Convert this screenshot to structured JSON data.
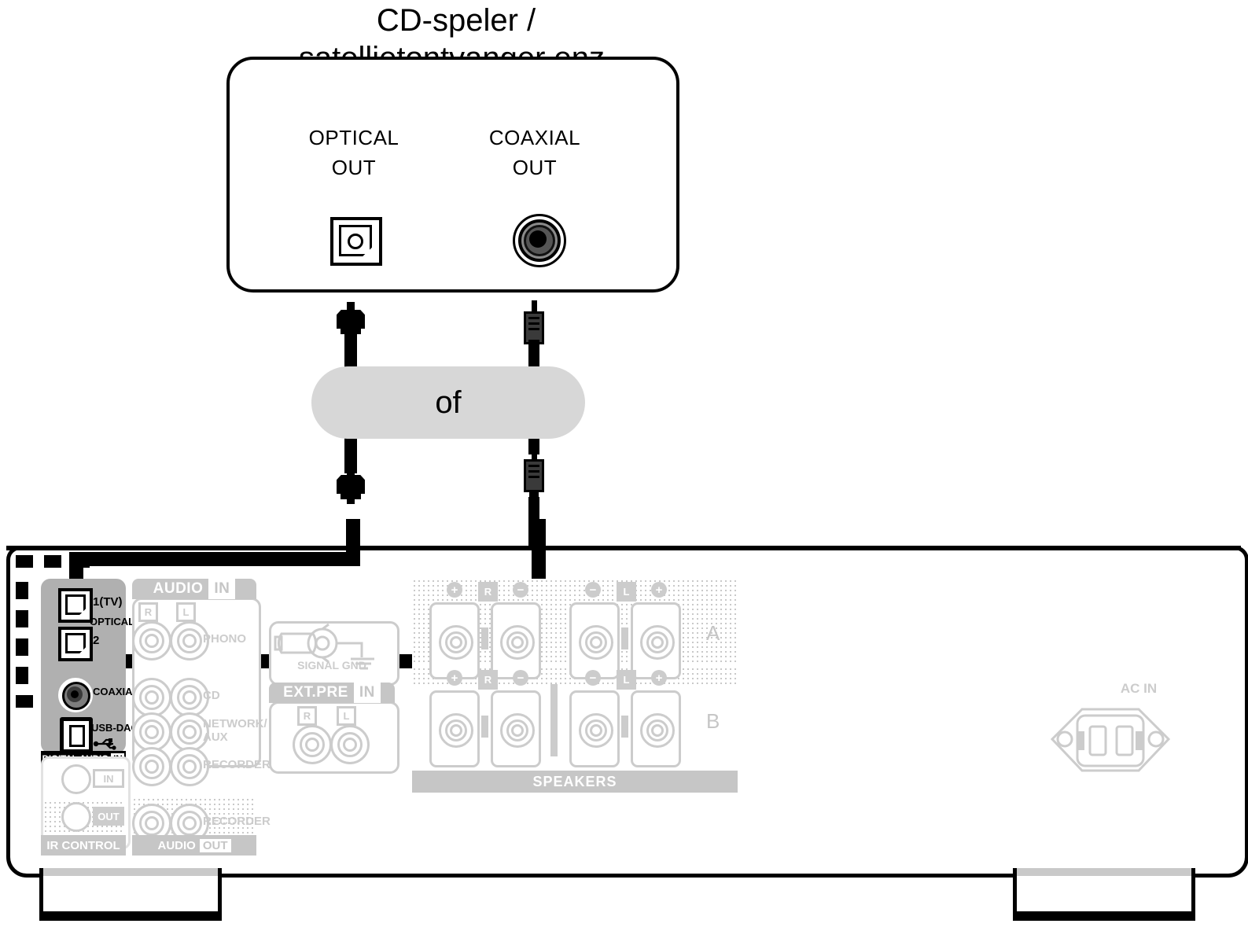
{
  "source_device": {
    "title_line1": "CD-speler /",
    "title_line2": "satellietontvanger enz.",
    "optical_label_line1": "OPTICAL",
    "optical_label_line2": "OUT",
    "coaxial_label_line1": "COAXIAL",
    "coaxial_label_line2": "OUT"
  },
  "connection": {
    "or_label": "of"
  },
  "amplifier": {
    "digital_audio": {
      "panel_label": "DIGITAL AUDIO",
      "panel_tag": "IN",
      "optical_group_label": "OPTICAL",
      "port_1_label": "1(TV)",
      "port_2_label": "2",
      "coaxial_label": "COAXIAL",
      "usb_label": "USB-DAC"
    },
    "audio_in": {
      "header": "AUDIO",
      "header_tag": "IN",
      "channel_right": "R",
      "channel_left": "L",
      "rows": [
        "PHONO",
        "CD",
        "NETWORK/\nAUX",
        "RECORDER"
      ]
    },
    "signal_gnd": {
      "label": "SIGNAL GND"
    },
    "ext_pre": {
      "header": "EXT.PRE",
      "header_tag": "IN",
      "channel_right": "R",
      "channel_left": "L"
    },
    "speakers": {
      "footer": "SPEAKERS",
      "row_a_label": "A",
      "row_b_label": "B",
      "plus": "+",
      "minus": "−",
      "channel_right": "R",
      "channel_left": "L"
    },
    "ir_control": {
      "footer": "IR CONTROL",
      "in_label": "IN",
      "out_label": "OUT"
    },
    "audio_out": {
      "footer": "AUDIO",
      "footer_tag": "OUT",
      "row_label": "RECORDER"
    },
    "ac_in": {
      "label": "AC IN"
    }
  },
  "colors": {
    "cable": "#000000",
    "panel_grey": "#b0b0b0",
    "faded_grey": "#c6c6c6",
    "badge_grey": "#d7d7d7"
  }
}
